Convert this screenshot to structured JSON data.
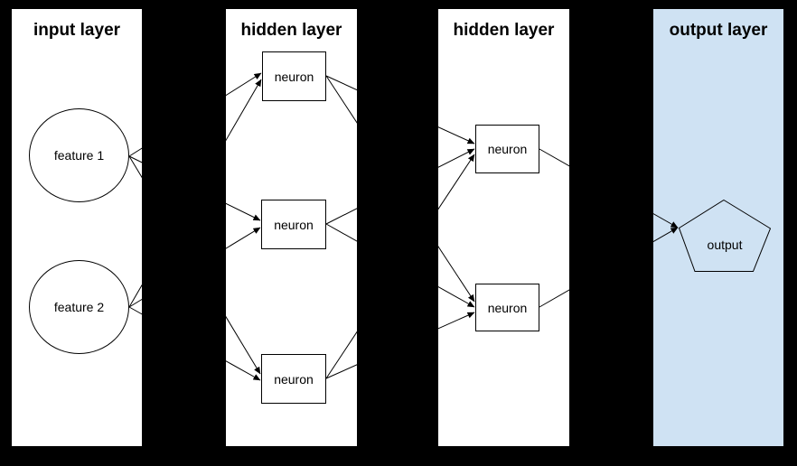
{
  "diagram": {
    "type": "neural-network",
    "background": "#000000"
  },
  "layers": [
    {
      "id": "input",
      "title": "input layer",
      "bg": "#ffffff"
    },
    {
      "id": "hidden1",
      "title": "hidden layer",
      "bg": "#ffffff"
    },
    {
      "id": "hidden2",
      "title": "hidden layer",
      "bg": "#ffffff"
    },
    {
      "id": "output",
      "title": "output layer",
      "bg": "#cfe2f3"
    }
  ],
  "nodes": [
    {
      "id": "f1",
      "label": "feature 1",
      "shape": "circle",
      "layer": "input"
    },
    {
      "id": "f2",
      "label": "feature 2",
      "shape": "circle",
      "layer": "input"
    },
    {
      "id": "n1",
      "label": "neuron",
      "shape": "rect",
      "layer": "hidden1"
    },
    {
      "id": "n2",
      "label": "neuron",
      "shape": "rect",
      "layer": "hidden1"
    },
    {
      "id": "n3",
      "label": "neuron",
      "shape": "rect",
      "layer": "hidden1"
    },
    {
      "id": "n4",
      "label": "neuron",
      "shape": "rect",
      "layer": "hidden2"
    },
    {
      "id": "n5",
      "label": "neuron",
      "shape": "rect",
      "layer": "hidden2"
    },
    {
      "id": "out",
      "label": "output",
      "shape": "pentagon",
      "layer": "output"
    }
  ],
  "edges": [
    [
      "f1",
      "n1"
    ],
    [
      "f1",
      "n2"
    ],
    [
      "f1",
      "n3"
    ],
    [
      "f2",
      "n1"
    ],
    [
      "f2",
      "n2"
    ],
    [
      "f2",
      "n3"
    ],
    [
      "n1",
      "n4"
    ],
    [
      "n1",
      "n5"
    ],
    [
      "n2",
      "n4"
    ],
    [
      "n2",
      "n5"
    ],
    [
      "n3",
      "n4"
    ],
    [
      "n3",
      "n5"
    ],
    [
      "n4",
      "out"
    ],
    [
      "n5",
      "out"
    ]
  ],
  "colors": {
    "background": "#000000",
    "panel_bg": "#ffffff",
    "output_panel_bg": "#cfe2f3",
    "stroke": "#000000",
    "text": "#000000"
  }
}
